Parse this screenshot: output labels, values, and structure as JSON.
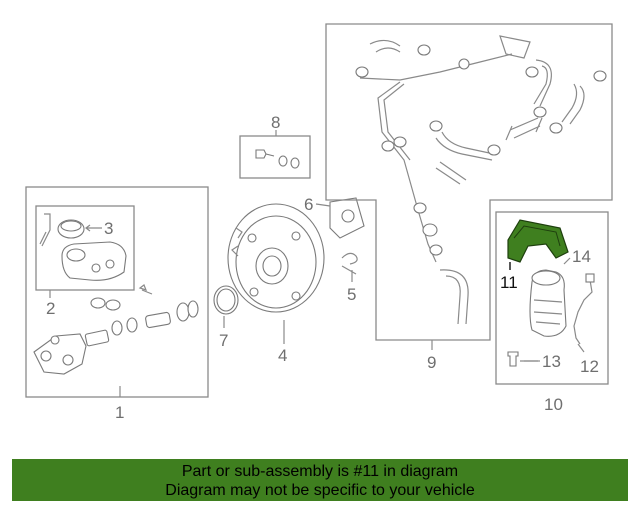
{
  "callouts": {
    "c1": "1",
    "c2": "2",
    "c3": "3",
    "c4": "4",
    "c5": "5",
    "c6": "6",
    "c7": "7",
    "c8": "8",
    "c9": "9",
    "c10": "10",
    "c11": "11",
    "c12": "12",
    "c13": "13",
    "c14": "14"
  },
  "highlight": {
    "part": "11",
    "color": "#3f7f1f"
  },
  "banner": {
    "line1": "Part or sub-assembly is #11 in diagram",
    "line2": "Diagram may not be specific to your vehicle",
    "background": "#3f7f1f"
  }
}
